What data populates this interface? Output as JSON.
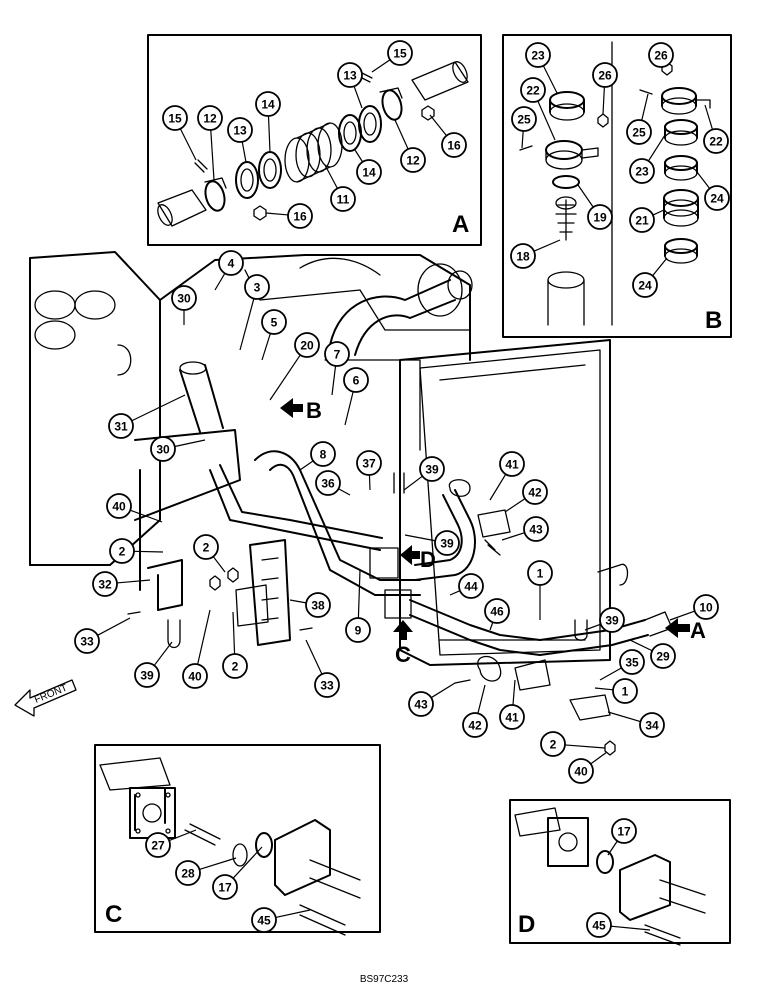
{
  "drawing_code": "BS97C233",
  "front_label": "FRONT",
  "views": {
    "A": "A",
    "B": "B",
    "C": "C",
    "D": "D"
  },
  "view_arrows": {
    "A": "A",
    "B": "B",
    "C": "C",
    "D": "D"
  },
  "callouts": [
    {
      "id": "c-15a",
      "label": "15"
    },
    {
      "id": "c-13a",
      "label": "13"
    },
    {
      "id": "c-16a",
      "label": "16"
    },
    {
      "id": "c-12a",
      "label": "12"
    },
    {
      "id": "c-15b",
      "label": "15"
    },
    {
      "id": "c-12b",
      "label": "12"
    },
    {
      "id": "c-13b",
      "label": "13"
    },
    {
      "id": "c-14a",
      "label": "14"
    },
    {
      "id": "c-14b",
      "label": "14"
    },
    {
      "id": "c-11",
      "label": "11"
    },
    {
      "id": "c-16b",
      "label": "16"
    },
    {
      "id": "c-23a",
      "label": "23"
    },
    {
      "id": "c-22a",
      "label": "22"
    },
    {
      "id": "c-26a",
      "label": "26"
    },
    {
      "id": "c-25a",
      "label": "25"
    },
    {
      "id": "c-19",
      "label": "19"
    },
    {
      "id": "c-18",
      "label": "18"
    },
    {
      "id": "c-26b",
      "label": "26"
    },
    {
      "id": "c-25b",
      "label": "25"
    },
    {
      "id": "c-22b",
      "label": "22"
    },
    {
      "id": "c-23b",
      "label": "23"
    },
    {
      "id": "c-24a",
      "label": "24"
    },
    {
      "id": "c-21",
      "label": "21"
    },
    {
      "id": "c-24b",
      "label": "24"
    },
    {
      "id": "c-4",
      "label": "4"
    },
    {
      "id": "c-3",
      "label": "3"
    },
    {
      "id": "c-30a",
      "label": "30"
    },
    {
      "id": "c-5",
      "label": "5"
    },
    {
      "id": "c-20",
      "label": "20"
    },
    {
      "id": "c-7",
      "label": "7"
    },
    {
      "id": "c-6",
      "label": "6"
    },
    {
      "id": "c-31",
      "label": "31"
    },
    {
      "id": "c-30b",
      "label": "30"
    },
    {
      "id": "c-8",
      "label": "8"
    },
    {
      "id": "c-37",
      "label": "37"
    },
    {
      "id": "c-36",
      "label": "36"
    },
    {
      "id": "c-39a",
      "label": "39"
    },
    {
      "id": "c-41a",
      "label": "41"
    },
    {
      "id": "c-42a",
      "label": "42"
    },
    {
      "id": "c-43a",
      "label": "43"
    },
    {
      "id": "c-39b",
      "label": "39"
    },
    {
      "id": "c-40a",
      "label": "40"
    },
    {
      "id": "c-2a",
      "label": "2"
    },
    {
      "id": "c-2b",
      "label": "2"
    },
    {
      "id": "c-32",
      "label": "32"
    },
    {
      "id": "c-33a",
      "label": "33"
    },
    {
      "id": "c-39c",
      "label": "39"
    },
    {
      "id": "c-40b",
      "label": "40"
    },
    {
      "id": "c-2c",
      "label": "2"
    },
    {
      "id": "c-38",
      "label": "38"
    },
    {
      "id": "c-33b",
      "label": "33"
    },
    {
      "id": "c-9",
      "label": "9"
    },
    {
      "id": "c-44",
      "label": "44"
    },
    {
      "id": "c-1a",
      "label": "1"
    },
    {
      "id": "c-46",
      "label": "46"
    },
    {
      "id": "c-39d",
      "label": "39"
    },
    {
      "id": "c-10",
      "label": "10"
    },
    {
      "id": "c-29",
      "label": "29"
    },
    {
      "id": "c-35",
      "label": "35"
    },
    {
      "id": "c-1b",
      "label": "1"
    },
    {
      "id": "c-34",
      "label": "34"
    },
    {
      "id": "c-43b",
      "label": "43"
    },
    {
      "id": "c-42b",
      "label": "42"
    },
    {
      "id": "c-41b",
      "label": "41"
    },
    {
      "id": "c-2d",
      "label": "2"
    },
    {
      "id": "c-40c",
      "label": "40"
    },
    {
      "id": "c-27",
      "label": "27"
    },
    {
      "id": "c-28",
      "label": "28"
    },
    {
      "id": "c-17a",
      "label": "17"
    },
    {
      "id": "c-45a",
      "label": "45"
    },
    {
      "id": "c-17b",
      "label": "17"
    },
    {
      "id": "c-45b",
      "label": "45"
    }
  ]
}
